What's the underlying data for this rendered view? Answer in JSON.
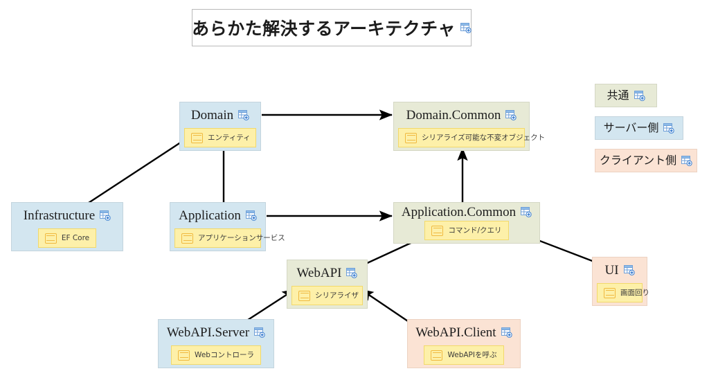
{
  "title": {
    "text": "あらかた解決するアーキテクチャ",
    "icon": "table-plus-icon"
  },
  "colors": {
    "server_fill": "#d3e6f0",
    "common_fill": "#e7ead6",
    "client_fill": "#fbe3d4",
    "sublabel_fill": "#fdf0a9",
    "sublabel_border": "#f2d96a",
    "node_border": "#c8cbc6",
    "arrow": "#000000",
    "canvas": "#ffffff"
  },
  "nodes": [
    {
      "id": "domain",
      "title": "Domain",
      "sublabel": "エンティティ",
      "category": "server",
      "icon": "table-plus-icon",
      "sub_icon": "note-icon"
    },
    {
      "id": "domain-common",
      "title": "Domain.Common",
      "sublabel": "シリアライズ可能な不変オブジェクト",
      "category": "common",
      "icon": "table-plus-icon",
      "sub_icon": "note-icon"
    },
    {
      "id": "infrastructure",
      "title": "Infrastructure",
      "sublabel": "EF Core",
      "category": "server",
      "icon": "table-plus-icon",
      "sub_icon": "note-icon"
    },
    {
      "id": "application",
      "title": "Application",
      "sublabel": "アプリケーションサービス",
      "category": "server",
      "icon": "table-plus-icon",
      "sub_icon": "note-icon"
    },
    {
      "id": "application-common",
      "title": "Application.Common",
      "sublabel": "コマンド/クエリ",
      "category": "common",
      "icon": "table-plus-icon",
      "sub_icon": "note-icon"
    },
    {
      "id": "webapi",
      "title": "WebAPI",
      "sublabel": "シリアライザ",
      "category": "common",
      "icon": "table-plus-icon",
      "sub_icon": "note-icon"
    },
    {
      "id": "ui",
      "title": "UI",
      "sublabel": "画面回り",
      "category": "client",
      "icon": "table-plus-icon",
      "sub_icon": "note-icon"
    },
    {
      "id": "webapi-server",
      "title": "WebAPI.Server",
      "sublabel": "Webコントローラ",
      "category": "server",
      "icon": "table-plus-icon",
      "sub_icon": "note-icon"
    },
    {
      "id": "webapi-client",
      "title": "WebAPI.Client",
      "sublabel": "WebAPIを呼ぶ",
      "category": "client",
      "icon": "table-plus-icon",
      "sub_icon": "note-icon"
    }
  ],
  "edges": [
    {
      "from": "domain",
      "to": "domain-common"
    },
    {
      "from": "infrastructure",
      "to": "domain"
    },
    {
      "from": "application",
      "to": "domain"
    },
    {
      "from": "application",
      "to": "application-common"
    },
    {
      "from": "application-common",
      "to": "domain-common"
    },
    {
      "from": "webapi",
      "to": "application-common"
    },
    {
      "from": "ui",
      "to": "application-common"
    },
    {
      "from": "webapi-server",
      "to": "webapi"
    },
    {
      "from": "webapi-client",
      "to": "webapi"
    }
  ],
  "legend": [
    {
      "id": "legend-common",
      "label": "共通",
      "category": "common",
      "icon": "table-plus-icon"
    },
    {
      "id": "legend-server",
      "label": "サーバー側",
      "category": "server",
      "icon": "table-plus-icon"
    },
    {
      "id": "legend-client",
      "label": "クライアント側",
      "category": "client",
      "icon": "table-plus-icon"
    }
  ]
}
